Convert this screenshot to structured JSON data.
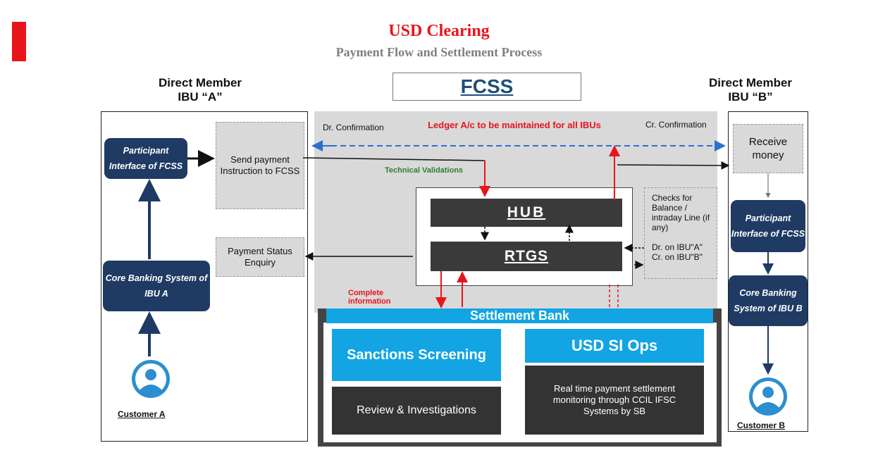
{
  "header": {
    "title": "USD Clearing",
    "subtitle": "Payment Flow and Settlement Process"
  },
  "left_member": {
    "heading_line1": "Direct Member",
    "heading_line2": "IBU “A”",
    "participant_interface": "Participant Interface of FCSS",
    "send_payment": "Send payment Instruction to FCSS",
    "payment_status": "Payment Status Enquiry",
    "core_banking": "Core Banking System of IBU A",
    "customer": "Customer A"
  },
  "right_member": {
    "heading_line1": "Direct Member",
    "heading_line2": "IBU “B”",
    "receive_money": "Receive money",
    "participant_interface": "Participant Interface of FCSS",
    "core_banking": "Core Banking System of IBU B",
    "customer": "Customer B"
  },
  "fcss": {
    "title": "FCSS",
    "ledger_note": "Ledger A/c to be maintained for all IBUs",
    "dr_confirmation": "Dr. Confirmation",
    "cr_confirmation": "Cr. Confirmation",
    "technical_validations": "Technical Validations",
    "hub": "HUB",
    "rtgs": "RTGS",
    "checks_balance": "Checks for Balance / intraday Line (if any)",
    "dr_ibu_a": "Dr. on IBU\"A\"",
    "cr_ibu_b": "Cr. on IBU\"B\"",
    "complete_information": "Complete information"
  },
  "settlement_bank": {
    "title": "Settlement Bank",
    "sanctions_screening": "Sanctions Screening",
    "review_investigations": "Review & Investigations",
    "usd_si_ops": "USD SI Ops",
    "monitoring": "Real time payment settlement monitoring through CCIL IFSC Systems by SB"
  },
  "colors": {
    "accent_red": "#e8141c",
    "navy": "#1f3b64",
    "cyan": "#13a4e4",
    "grey": "#d9d9d9",
    "dark": "#333333",
    "title_blue": "#1f4e79"
  }
}
